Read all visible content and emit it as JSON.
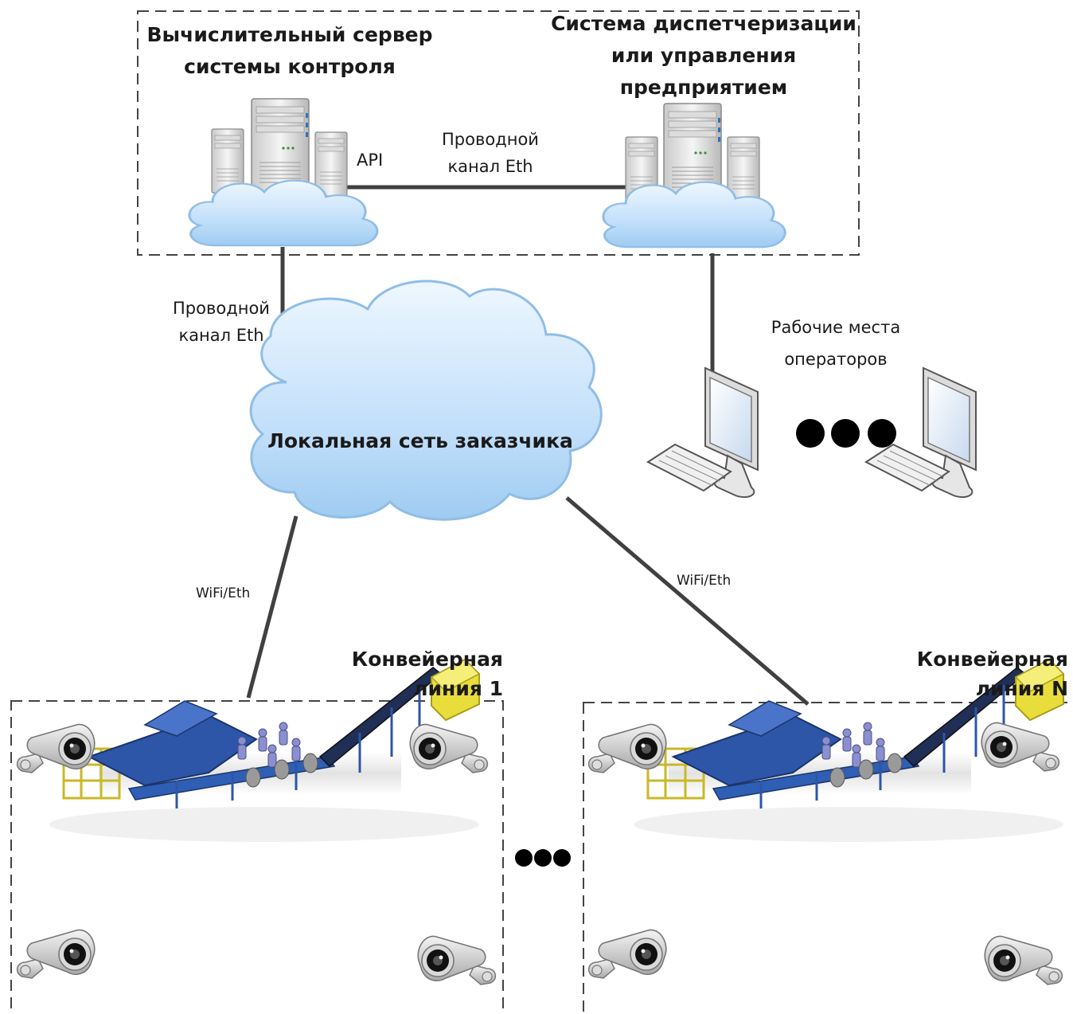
{
  "server_group": {
    "compute_title": [
      "Вычислительный сервер",
      "системы контроля"
    ],
    "dispatch_title": [
      "Система диспетчеризации",
      "или управления",
      "предприятием"
    ],
    "api_label": "API",
    "link_label": [
      "Проводной",
      "канал Eth"
    ]
  },
  "uplink_label": [
    "Проводной",
    "канал Eth"
  ],
  "lan_label": "Локальная сеть заказчика",
  "operators_label": [
    "Рабочие места",
    "операторов"
  ],
  "wifi_left_label": "WiFi/Eth",
  "wifi_right_label": "WiFi/Eth",
  "line1_title": [
    "Конвейерная",
    "линия 1"
  ],
  "lineN_title": [
    "Конвейерная",
    "линия N"
  ],
  "colors": {
    "cloud_fill": "#cfe6fb",
    "cloud_stroke": "#8fbde6",
    "conveyor_blue": "#2d55a8",
    "hopper_yellow": "#e8dd3a",
    "line": "#404040",
    "dash": "#444444"
  }
}
